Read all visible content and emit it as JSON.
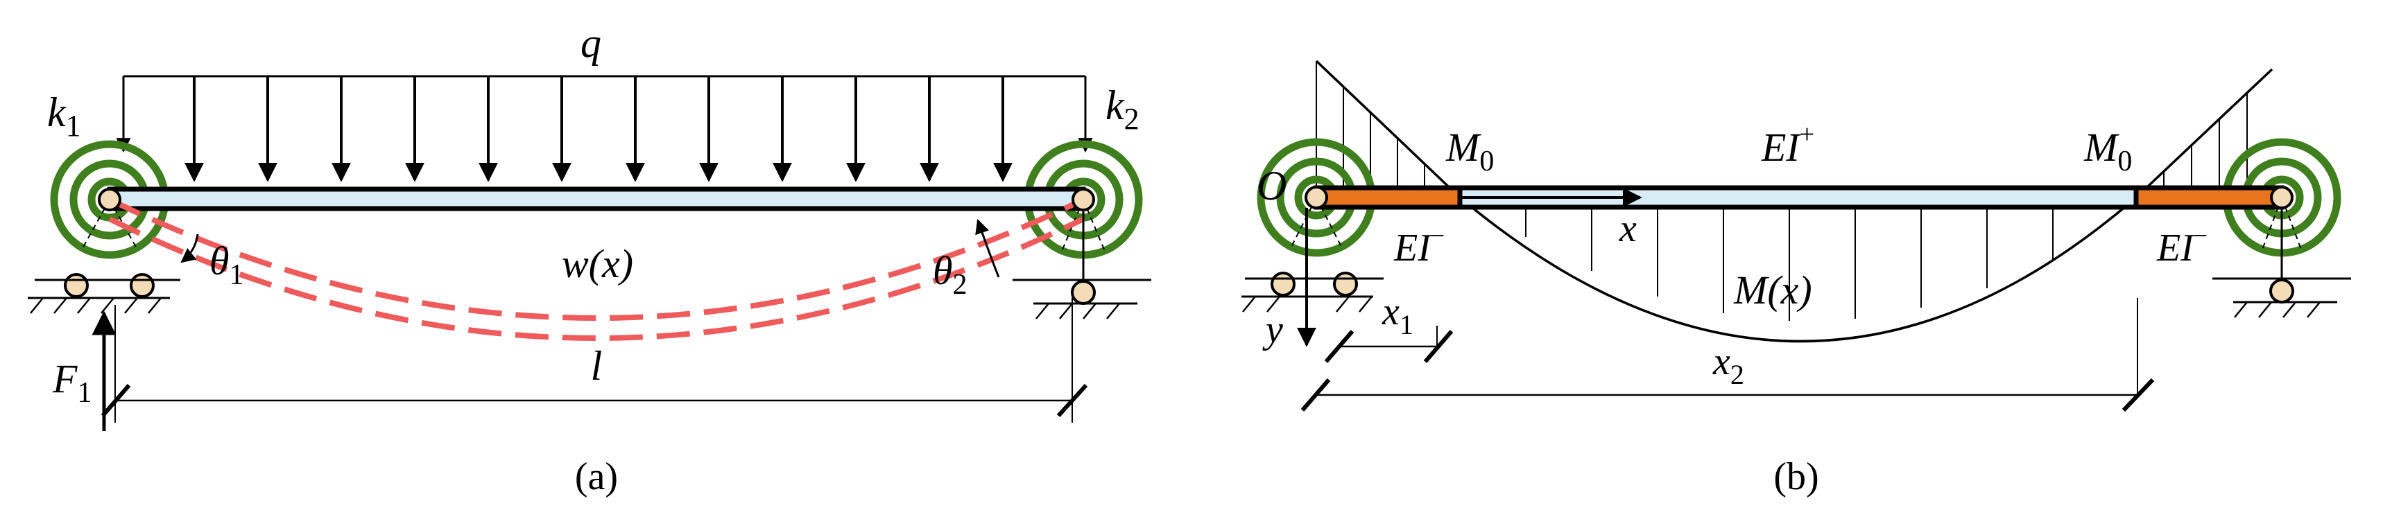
{
  "panel_a": {
    "caption": "(a)",
    "labels": {
      "load": "q",
      "k1_base": "k",
      "k1_sub": "1",
      "k2_base": "k",
      "k2_sub": "2",
      "theta1_base": "θ",
      "theta1_sub": "1",
      "theta2_base": "θ",
      "theta2_sub": "2",
      "deflection": "w(x)",
      "force_base": "F",
      "force_sub": "1",
      "length": "l"
    }
  },
  "panel_b": {
    "caption": "(b)",
    "labels": {
      "origin": "O",
      "m0_left_base": "M",
      "m0_left_sub": "0",
      "m0_right_base": "M",
      "m0_right_sub": "0",
      "ei_plus_base": "EI",
      "ei_plus_sup": "+",
      "ei_minus_left_base": "EI",
      "ei_minus_left_sup": "−",
      "ei_minus_right_base": "EI",
      "ei_minus_right_sup": "−",
      "x_axis": "x",
      "y_axis": "y",
      "moment": "M(x)",
      "x1_base": "x",
      "x1_sub": "1",
      "x2_base": "x",
      "x2_sub": "2"
    }
  },
  "colors": {
    "spring": "#3f7f1e",
    "beam_fill": "#d8ecf8",
    "deflection": "#ef5a5a",
    "pin": "#f4dcb8",
    "stiff_segment": "#e9741e",
    "ink": "#000000"
  }
}
